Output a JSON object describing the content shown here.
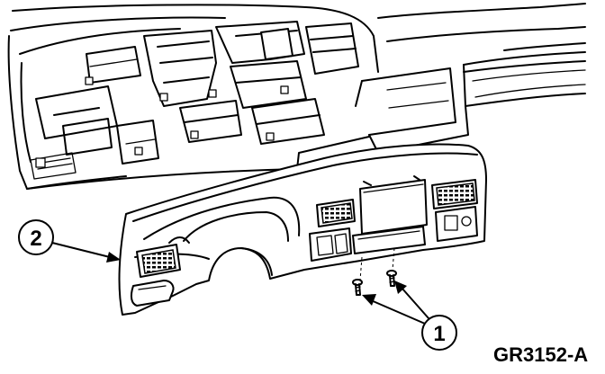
{
  "diagram": {
    "callouts": [
      {
        "id": "callout-1",
        "label": "1"
      },
      {
        "id": "callout-2",
        "label": "2"
      }
    ],
    "figure_id": "GR3152-A"
  }
}
